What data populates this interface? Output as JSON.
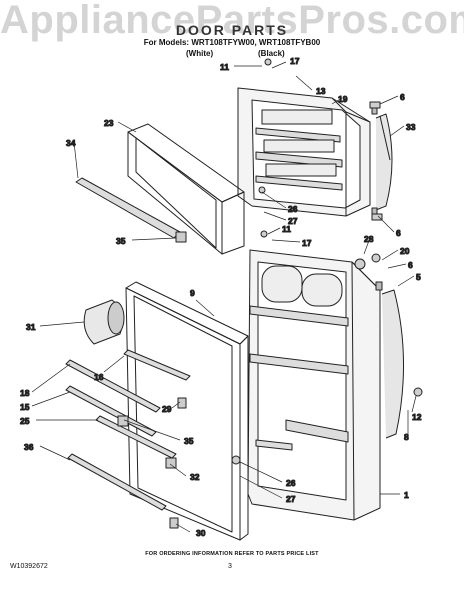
{
  "watermark": "AppliancePartsPros.com",
  "header": {
    "title": "DOOR PARTS",
    "models_line": "For Models: WRT108TFYW00, WRT108TFYB00",
    "color_white": "(White)",
    "color_black": "(Black)"
  },
  "callouts": [
    "11",
    "17",
    "13",
    "19",
    "6",
    "33",
    "23",
    "34",
    "26",
    "27",
    "6",
    "35",
    "28",
    "11",
    "17",
    "20",
    "6",
    "5",
    "31",
    "9",
    "16",
    "18",
    "29",
    "15",
    "25",
    "35",
    "12",
    "8",
    "36",
    "32",
    "26",
    "27",
    "1",
    "30"
  ],
  "footer": {
    "note": "FOR ORDERING INFORMATION REFER TO PARTS PRICE LIST",
    "doc_number": "W10392672",
    "page_number": "3"
  },
  "colors": {
    "line": "#222222",
    "shade": "#cfcfcf",
    "watermark": "#d4d4d4"
  }
}
